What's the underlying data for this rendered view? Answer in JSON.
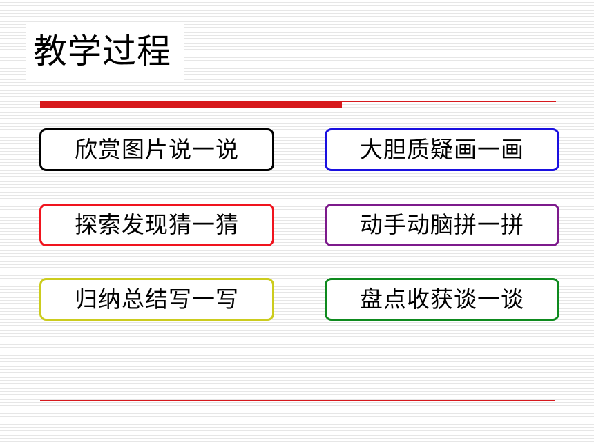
{
  "slide": {
    "title": "教学过程",
    "accent_color": "#d7191d"
  },
  "steps": [
    {
      "label": "欣赏图片说一说",
      "border_color": "#000000"
    },
    {
      "label": "大胆质疑画一画",
      "border_color": "#1a10e0"
    },
    {
      "label": "探索发现猜一猜",
      "border_color": "#f0141e"
    },
    {
      "label": "动手动脑拼一拼",
      "border_color": "#7d1a8c"
    },
    {
      "label": "归纳总结写一写",
      "border_color": "#cccc1e"
    },
    {
      "label": "盘点收获谈一谈",
      "border_color": "#0e8a1e"
    }
  ]
}
